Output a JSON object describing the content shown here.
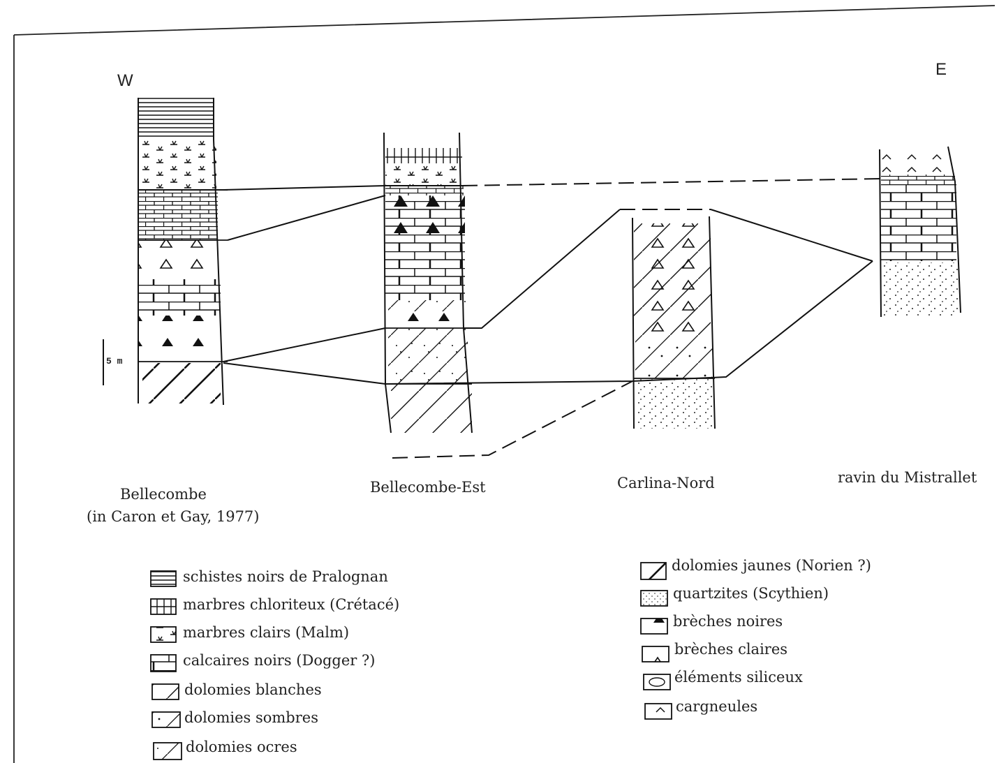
{
  "directions": {
    "west": "W",
    "east": "E"
  },
  "scale": {
    "label": "5 m"
  },
  "columns": [
    {
      "id": "bellecombe",
      "name": "Bellecombe",
      "note": "(in Caron et Gay, 1977)"
    },
    {
      "id": "bellecombe-est",
      "name": "Bellecombe-Est"
    },
    {
      "id": "carlina-nord",
      "name": "Carlina-Nord"
    },
    {
      "id": "mistrallet",
      "name": "ravin du Mistrallet"
    }
  ],
  "legend_left": [
    {
      "pattern": "schistes",
      "label": "schistes noirs de Pralognan"
    },
    {
      "pattern": "chloriteux",
      "label": "marbres chloriteux (Crétacé)"
    },
    {
      "pattern": "malm",
      "label": "marbres clairs (Malm)"
    },
    {
      "pattern": "dogger",
      "label": "calcaires noirs (Dogger ?)"
    },
    {
      "pattern": "dolblanches",
      "label": "dolomies blanches"
    },
    {
      "pattern": "dolsombres",
      "label": "dolomies sombres"
    },
    {
      "pattern": "dolocres",
      "label": "dolomies ocres"
    }
  ],
  "legend_right": [
    {
      "pattern": "doljaunes",
      "label": "dolomies jaunes (Norien ?)"
    },
    {
      "pattern": "quartzites",
      "label": "quartzites (Scythien)"
    },
    {
      "pattern": "brechesnoires",
      "label": "brèches noires"
    },
    {
      "pattern": "brechesclaires",
      "label": "brèches claires"
    },
    {
      "pattern": "siliceux",
      "label": "éléments siliceux"
    },
    {
      "pattern": "cargneules",
      "label": "cargneules"
    }
  ]
}
